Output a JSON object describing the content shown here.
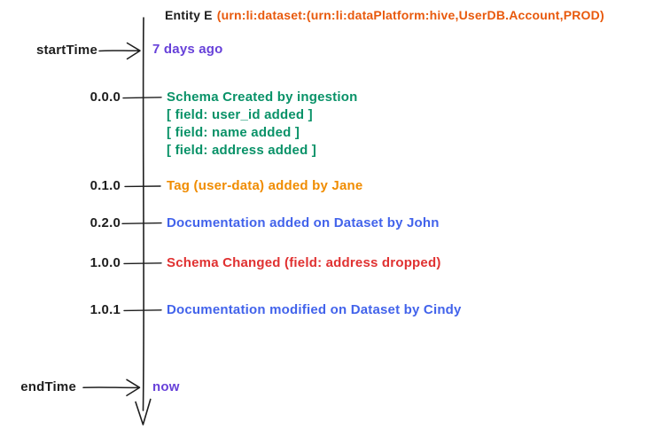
{
  "title": {
    "entity": "Entity E",
    "urn": "(urn:li:dataset:(urn:li:dataPlatform:hive,UserDB.Account,PROD)"
  },
  "timeline": {
    "start_label": "startTime",
    "start_value": "7 days ago",
    "end_label": "endTime",
    "end_value": "now"
  },
  "events": [
    {
      "version": "0.0.0",
      "color": "#099268",
      "lines": [
        "Schema Created by ingestion",
        "[ field: user_id added ]",
        "[ field: name added ]",
        "[ field: address added ]"
      ]
    },
    {
      "version": "0.1.0",
      "color": "#f08c00",
      "lines": [
        "Tag (user-data) added by Jane"
      ]
    },
    {
      "version": "0.2.0",
      "color": "#4263eb",
      "lines": [
        "Documentation added on Dataset by John"
      ]
    },
    {
      "version": "1.0.0",
      "color": "#e03131",
      "lines": [
        "Schema Changed (field: address dropped)"
      ]
    },
    {
      "version": "1.0.1",
      "color": "#4263eb",
      "lines": [
        "Documentation modified on Dataset by Cindy"
      ]
    }
  ],
  "colors": {
    "ink": "#1e1e1e",
    "urn": "#e8590c",
    "time_value": "#6741d9"
  }
}
